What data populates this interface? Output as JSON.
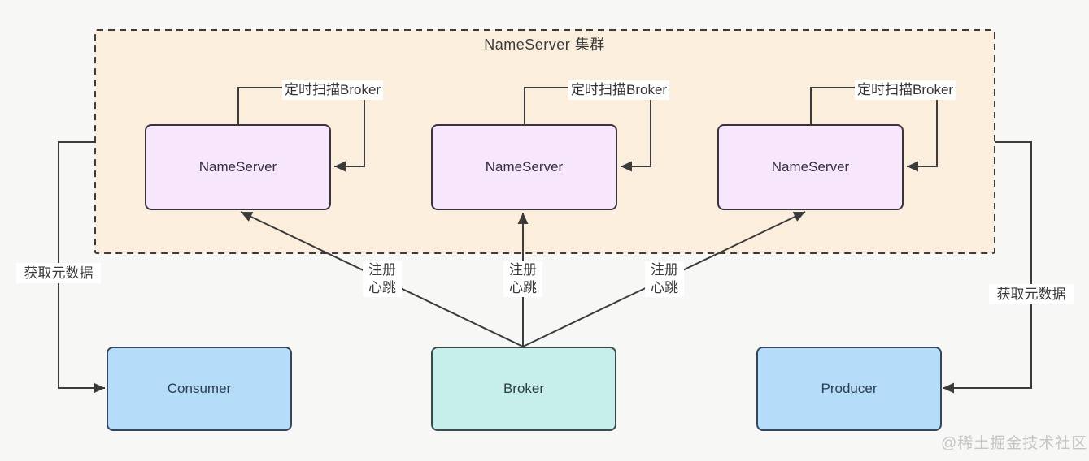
{
  "cluster": {
    "title": "NameServer 集群"
  },
  "nodes": {
    "nameserver": "NameServer",
    "consumer": "Consumer",
    "broker": "Broker",
    "producer": "Producer"
  },
  "edges": {
    "scan_broker": "定时扫描Broker",
    "register": "注册",
    "heartbeat": "心跳",
    "get_metadata": "获取元数据"
  },
  "watermark": "@稀土掘金技术社区",
  "colors": {
    "page_bg": "#f7f7f5",
    "cluster_bg": "#fbeedd",
    "nameserver_fill": "#f8e7fc",
    "broker_fill": "#c6eeea",
    "client_fill": "#b5ddfa",
    "line": "#3b3b3b"
  }
}
